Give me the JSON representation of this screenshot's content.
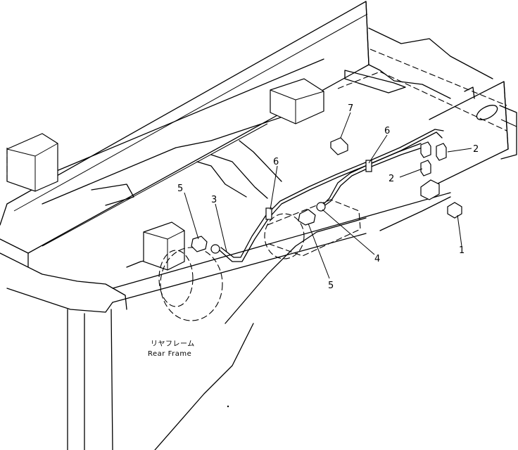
{
  "callouts": [
    {
      "label": "1"
    },
    {
      "label": "2"
    },
    {
      "label": "2"
    },
    {
      "label": "3"
    },
    {
      "label": "4"
    },
    {
      "label": "5"
    },
    {
      "label": "5"
    },
    {
      "label": "6"
    },
    {
      "label": "6"
    },
    {
      "label": "7"
    }
  ],
  "caption": {
    "japanese": "リヤフレーム",
    "english": "Rear Frame"
  }
}
